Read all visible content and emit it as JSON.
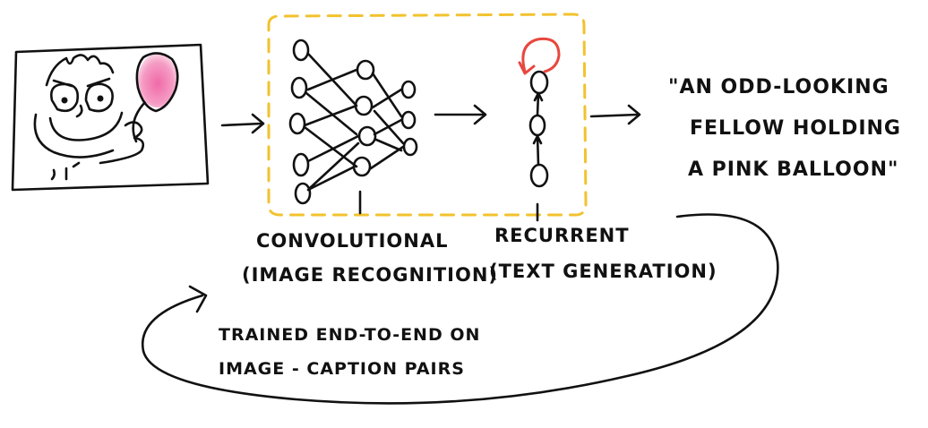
{
  "labels": {
    "conv_title": "CONVOLUTIONAL",
    "conv_sub": "(IMAGE RECOGNITION)",
    "rec_title": "RECURRENT",
    "rec_sub": "(TEXT GENERATION)"
  },
  "caption": {
    "line1": "\"AN ODD-LOOKING",
    "line2": "FELLOW HOLDING",
    "line3": "A PINK BALLOON\""
  },
  "note": {
    "line1": "TRAINED END-TO-END ON",
    "line2": "IMAGE - CAPTION PAIRS"
  },
  "colors": {
    "ink": "#111111",
    "balloon": "#f28ab7",
    "dashed_box": "#f2c22e",
    "loop_arrow": "#e8473f"
  }
}
